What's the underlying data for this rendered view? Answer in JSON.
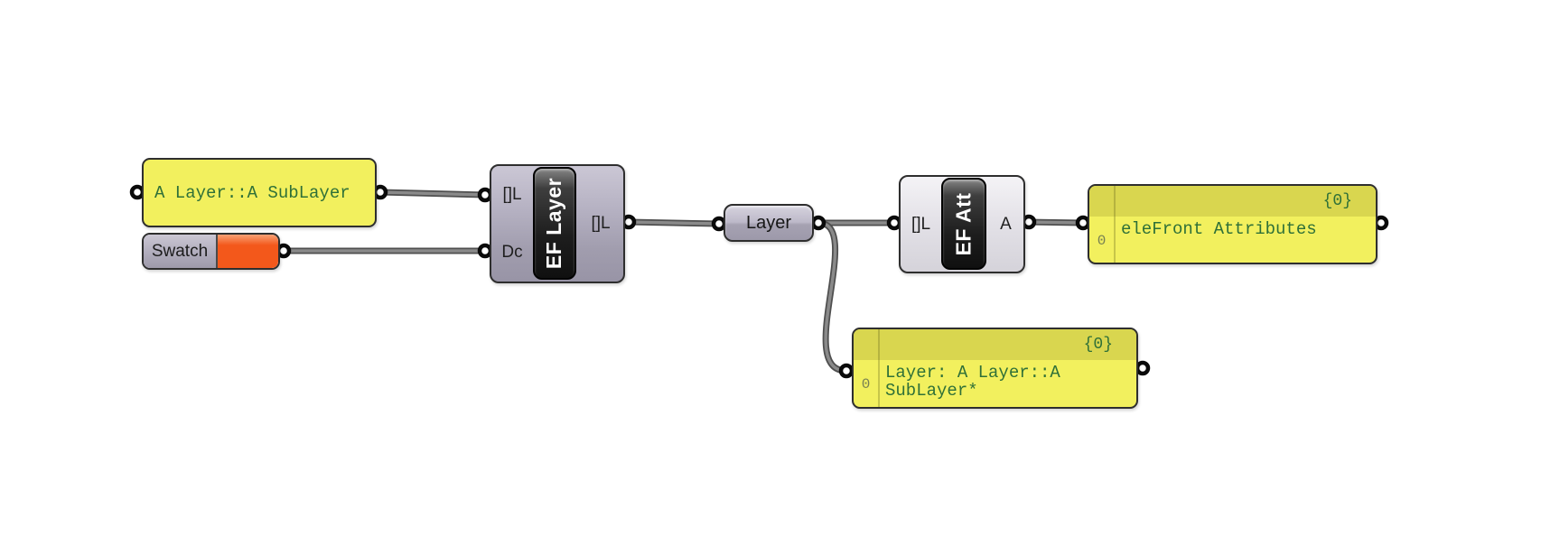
{
  "app": "grasshopper-canvas",
  "panels": {
    "layer_name_input": {
      "text": "A Layer::A SubLayer"
    },
    "attributes_output": {
      "path_badge": "{0}",
      "line_number": "0",
      "text": "eleFront Attributes"
    },
    "layer_output": {
      "path_badge": "{0}",
      "line_number": "0",
      "text": "Layer: A Layer::A SubLayer*"
    }
  },
  "components": {
    "swatch": {
      "label": "Swatch",
      "color": "#F3581B"
    },
    "ef_layer": {
      "label": "EF Layer",
      "inputs": [
        "[]L",
        "Dc"
      ],
      "outputs": [
        "[]L"
      ]
    },
    "layer_param": {
      "label": "Layer"
    },
    "ef_att": {
      "label": "EF Att",
      "inputs": [
        "[]L"
      ],
      "outputs": [
        "A"
      ]
    }
  },
  "colors": {
    "canvas_bg": "#FFFFFF",
    "panel_yellow": "#F2F05E",
    "panel_header_yellow": "#D9D64F",
    "panel_text_green": "#2F7038",
    "swatch_orange": "#F3581B",
    "component_gray": "#ABA7B7",
    "component_light_gray": "#E4E2E8",
    "name_capsule_black": "#1D1D1D",
    "wire_gray": "#757575"
  }
}
